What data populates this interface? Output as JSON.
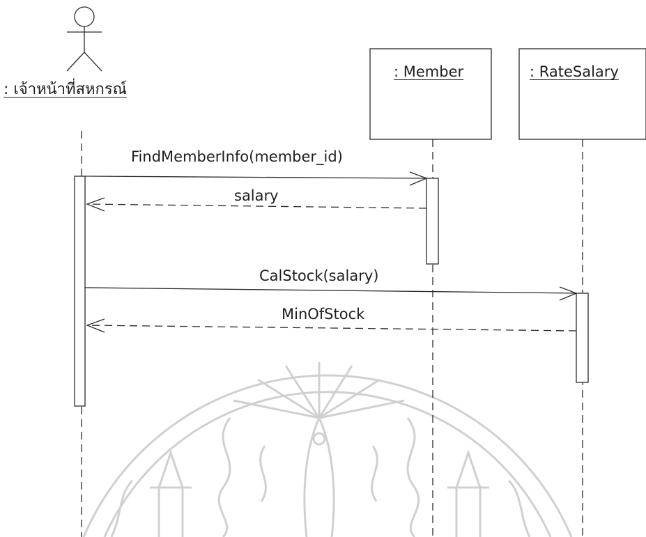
{
  "diagram": {
    "actor": {
      "label": ": เจ้าหน้าที่สหกรณ์"
    },
    "objects": [
      {
        "id": "member",
        "label": ": Member"
      },
      {
        "id": "rate_salary",
        "label": ": RateSalary"
      }
    ],
    "messages": [
      {
        "label": "FindMemberInfo(member_id)",
        "from": "actor",
        "to": "member",
        "kind": "call"
      },
      {
        "label": "salary",
        "from": "member",
        "to": "actor",
        "kind": "return"
      },
      {
        "label": "CalStock(salary)",
        "from": "actor",
        "to": "rate_salary",
        "kind": "call"
      },
      {
        "label": "MinOfStock",
        "from": "rate_salary",
        "to": "actor",
        "kind": "return"
      }
    ]
  },
  "colors": {
    "line": "#2a2a2a",
    "text": "#1e1e1e",
    "watermark": "#c8c8c8"
  },
  "watermark": {
    "kind": "university-seal"
  }
}
